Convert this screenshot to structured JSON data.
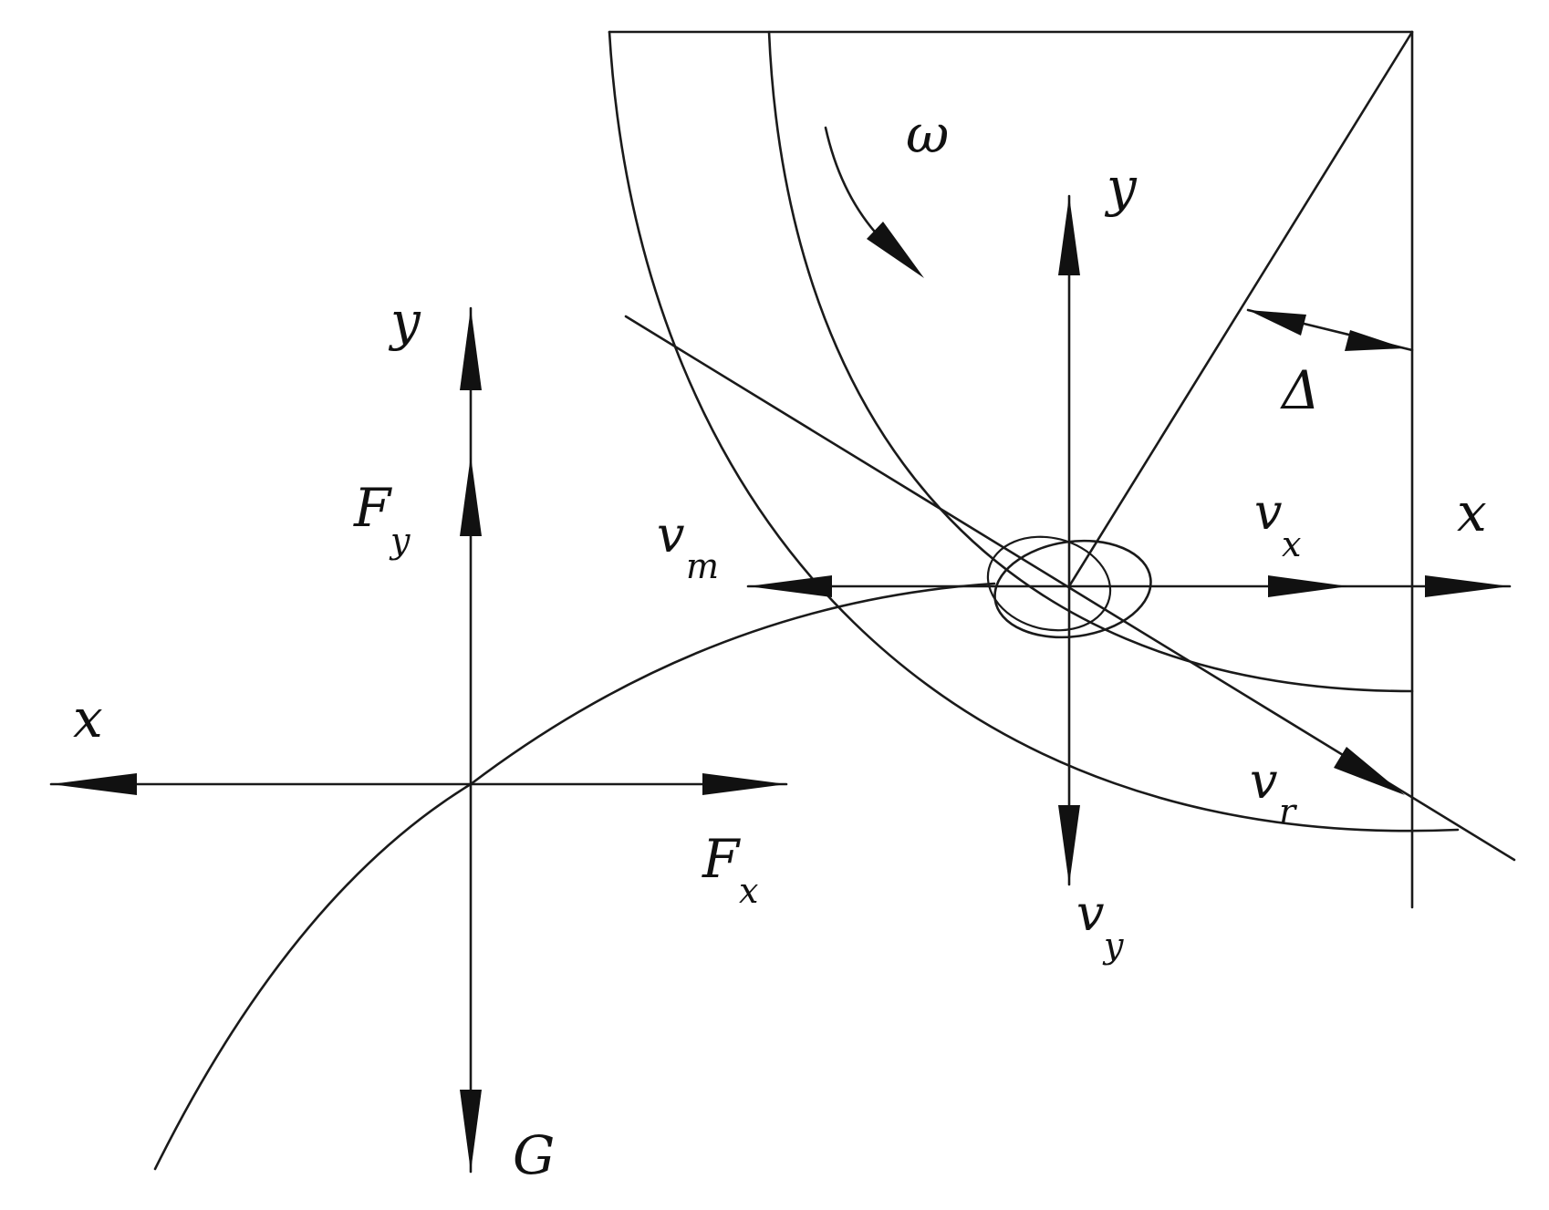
{
  "labels": {
    "omega": "ω",
    "delta": "Δ",
    "right_axis_y": "y",
    "right_axis_x": "x",
    "left_axis_y": "y",
    "left_axis_x": "x",
    "force_y_main": "F",
    "force_y_sub": "y",
    "force_x_main": "F",
    "force_x_sub": "x",
    "gravity": "G",
    "vm_main": "v",
    "vm_sub": "m",
    "vx_main": "v",
    "vx_sub": "x",
    "vy_main": "v",
    "vy_sub": "y",
    "vr_main": "v",
    "vr_sub": "r"
  },
  "colors": {
    "ink": "#111111",
    "background": "#ffffff"
  }
}
